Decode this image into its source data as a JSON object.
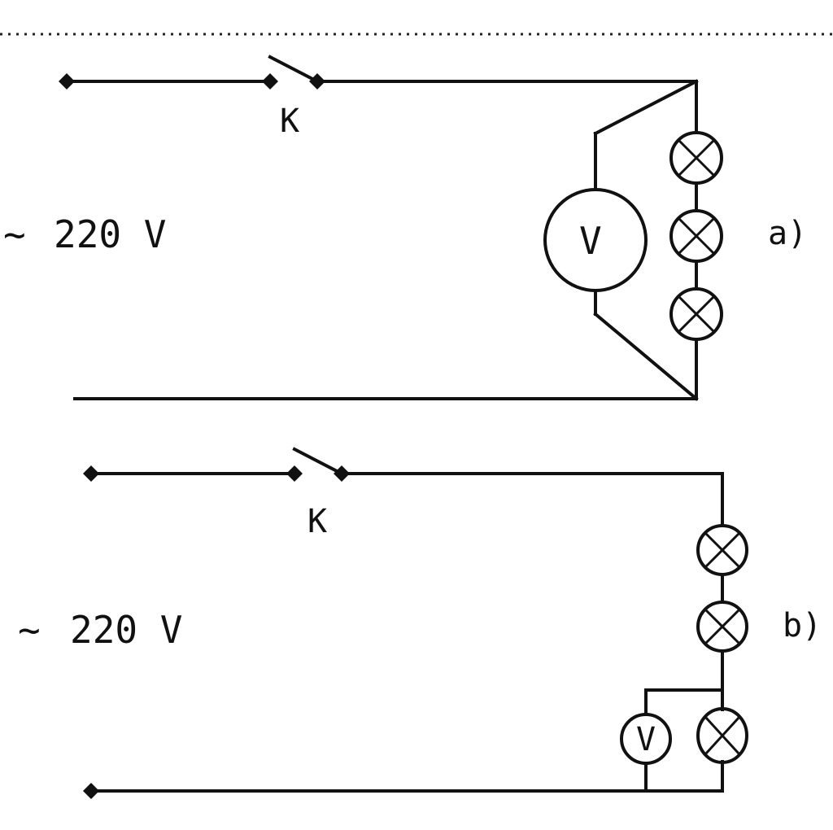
{
  "circuit_a": {
    "source_label": "220 V",
    "source_symbol": "~",
    "switch_label": "K",
    "meter_label": "V",
    "figure_label": "a)"
  },
  "circuit_b": {
    "source_label": "220 V",
    "source_symbol": "~",
    "switch_label": "K",
    "meter_label": "V",
    "figure_label": "b)"
  }
}
